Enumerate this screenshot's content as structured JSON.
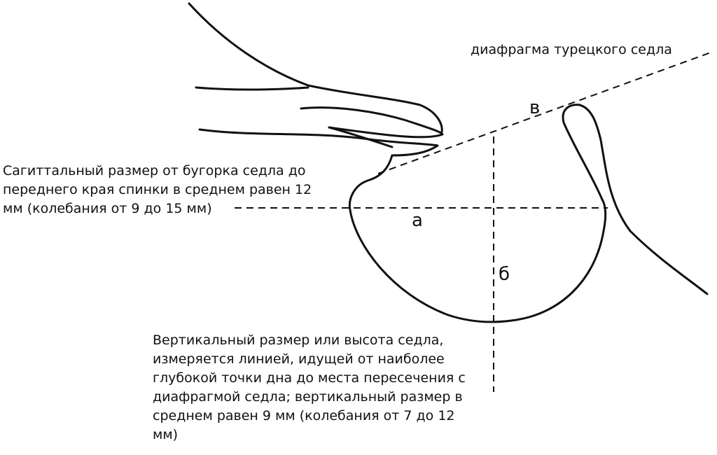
{
  "labels": {
    "diaphragm": "диафрагма турецкого седла",
    "letter_a": "а",
    "letter_b": "б",
    "letter_v": "в",
    "sagittal": [
      "Сагиттальный размер от бугорка седла до",
      "переднего края спинки в среднем равен 12",
      "мм (колебания от 9 до 15 мм)"
    ],
    "vertical": [
      "Вертикальный размер или высота седла,",
      "измеряется линией, идущей от наиболее",
      "глубокой точки дна до места пересечения с",
      "диафрагмой седла; вертикальный размер в",
      "среднем равен 9 мм (колебания от 7 до 12",
      "мм)"
    ]
  }
}
